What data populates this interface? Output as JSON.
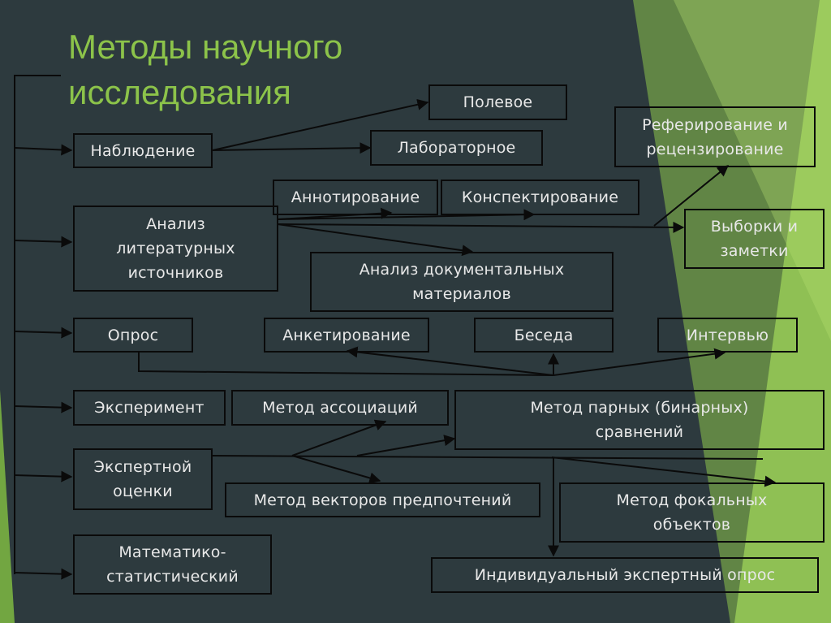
{
  "title": "Методы научного исследования",
  "colors": {
    "background": "#2d3a3e",
    "accent_green": "#8cc34a",
    "box_border": "#0a0a0a",
    "text": "#e8e8e8"
  },
  "nodes": {
    "nablyudenie": "Наблюдение",
    "polevoe": "Полевое",
    "laboratornoe": "Лабораторное",
    "referirovanie": "Реферирование и рецензирование",
    "annotirovanie": "Аннотирование",
    "konspektirovanie": "Конспектирование",
    "analiz_lit": "Анализ литературных источников",
    "vyborki": "Выборки и заметки",
    "analiz_doc": "Анализ документальных материалов",
    "opros": "Опрос",
    "anketirovanie": "Анкетирование",
    "beseda": "Беседа",
    "intervyu": "Интервью",
    "eksperiment": "Эксперимент",
    "metod_assoc": "Метод ассоциаций",
    "metod_parnyh": "Метод парных (бинарных) сравнений",
    "ekspertnoy": "Экспертной оценки",
    "metod_vektorov": "Метод векторов предпочтений",
    "metod_fokal": "Метод фокальных объектов",
    "matem": "Математико-статистический",
    "individ": "Индивидуальный экспертный опрос"
  }
}
